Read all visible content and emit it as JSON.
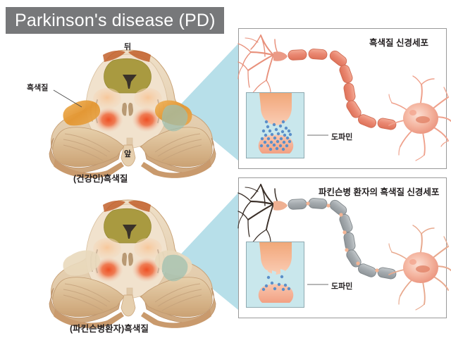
{
  "header": {
    "title": "Parkinson's disease (PD)",
    "banner_color": "#77787a",
    "text_color": "#ffffff"
  },
  "figure": {
    "kind": "medical-illustration",
    "subject": "Parkinson's disease — substantia nigra degeneration",
    "language": "ko"
  },
  "left_column": {
    "healthy": {
      "caption": "(건강인)흑색질",
      "orientation_top": "뒤",
      "orientation_bottom": "앞",
      "callout_label": "흑색질",
      "substantia_nigra_pigmented": true,
      "pigment_color": "#e59a3c"
    },
    "parkinson": {
      "caption": "(파킨슨병환자)흑색질",
      "substantia_nigra_pigmented": false
    }
  },
  "right_panels": [
    {
      "id": "healthy-neuron",
      "title": "흑색질 신경세포",
      "dendrite_color": "#e8917c",
      "myelin_color": "#e98874",
      "myelin_segments": 8,
      "soma_color": "#f0a28e",
      "inset": {
        "label": "도파민",
        "background": "#c9e7ec",
        "dopamine_color": "#5b8fc9",
        "dopamine_count": 34,
        "terminal_color": "#f6a98c"
      }
    },
    {
      "id": "parkinson-neuron",
      "title": "파킨슨병 환자의 흑색질 신경세포",
      "dendrite_color": "#3a2f28",
      "myelin_color": "#a9aeb1",
      "myelin_segments": 8,
      "soma_color": "#f0a28e",
      "inset": {
        "label": "도파민",
        "background": "#c9e7ec",
        "dopamine_color": "#5b8fc9",
        "dopamine_count": 10,
        "terminal_color": "#f6a98c"
      }
    }
  ],
  "connectors": {
    "wedge_color": "#b7dfe9"
  }
}
